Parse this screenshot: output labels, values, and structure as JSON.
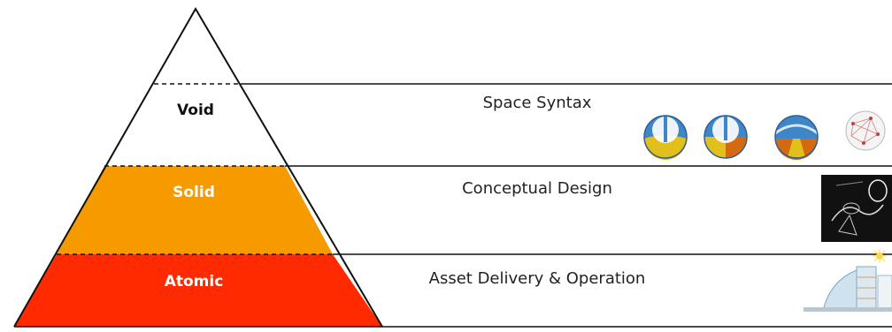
{
  "levels": [
    {
      "name": "Void",
      "description": "Space Syntax",
      "fill": "#ffffff",
      "text_color": "#111111"
    },
    {
      "name": "Solid",
      "description": "Conceptual Design",
      "fill": "#f59b00",
      "text_color": "#ffffff"
    },
    {
      "name": "Atomic",
      "description": "Asset Delivery & Operation",
      "fill": "#ff2a00",
      "text_color": "#ffffff"
    }
  ],
  "colors": {
    "outline": "#111111",
    "model_blue": "#3f86c8",
    "model_yellow": "#e2bf1a",
    "model_orange": "#d36a12",
    "dark_panel": "#111111"
  },
  "icons": [
    "circular-space-model-icon",
    "conceptual-design-render-icon",
    "building-section-render-icon"
  ]
}
